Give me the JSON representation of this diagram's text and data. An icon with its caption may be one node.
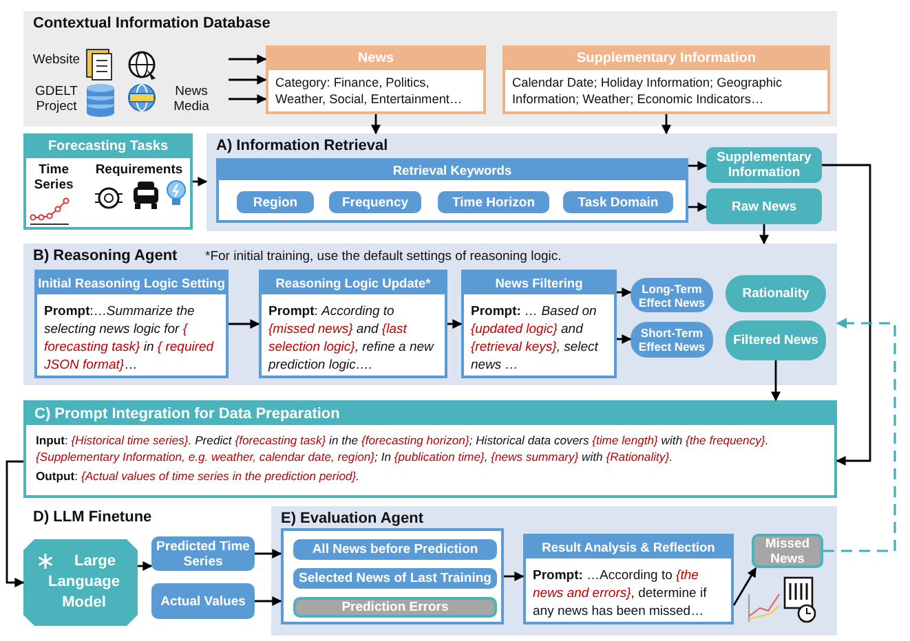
{
  "diagram": {
    "nodes": [
      {
        "text": [
          "Contextual Information Database"
        ]
      },
      {
        "text": [
          "News",
          "Category: Finance, Politics, Weather, Social, Entertainment…"
        ],
        "in": 0
      },
      {
        "text": [
          "Supplementary Information",
          "Calendar Date; Holiday Information; Geographic Information; Weather; Economic Indicators…"
        ],
        "in": 0
      },
      {
        "text": [
          "Forecasting Tasks",
          "Time Series",
          "Requirements"
        ]
      },
      {
        "text": [
          "A) Information Retrieval"
        ]
      },
      {
        "text": [
          "Retrieval Keywords"
        ],
        "in": 4
      },
      {
        "text": [
          "Region"
        ],
        "in": 5
      },
      {
        "text": [
          "Frequency"
        ],
        "in": 5
      },
      {
        "text": [
          "Time Horizon"
        ],
        "in": 5
      },
      {
        "text": [
          "Task Domain"
        ],
        "in": 5
      },
      {
        "text": [
          "Supplementary Information"
        ],
        "in": 4
      },
      {
        "text": [
          "Raw News"
        ],
        "in": 4
      },
      {
        "text": [
          "B) Reasoning Agent",
          "*For initial training, use the default settings of reasoning logic."
        ]
      },
      {
        "text": [
          "Initial Reasoning Logic Setting",
          "**Prompt**:…*Summarize the selecting news logic for { forecasting task} in { required JSON format}*…"
        ],
        "in": 12
      },
      {
        "text": [
          "Reasoning Logic Update*",
          "**Prompt**: *According to {missed news} and {last selection logic}, refine a new prediction logic….*"
        ],
        "in": 12
      },
      {
        "text": [
          "News Filtering",
          "**Prompt:** *… Based on {updated logic} and {retrieval keys}, select news …*"
        ],
        "in": 12
      },
      {
        "text": [
          "Long-Term Effect News"
        ],
        "in": 12
      },
      {
        "text": [
          "Rationality"
        ],
        "in": 12
      },
      {
        "text": [
          "Short-Term Effect News"
        ],
        "in": 12
      },
      {
        "text": [
          "Filtered News"
        ],
        "in": 12
      },
      {
        "text": [
          "C) Prompt Integration for Data Preparation",
          "**Input**: *{Historical time series}. Predict {forecasting task} in the {forecasting horizon}; Historical data covers {time length} with {the frequency}. {Supplementary Information, e.g. weather, calendar date, region}; In {publication time}, {news summary} with {Rationality}.*",
          "**Output**: *{Actual values of time series in the prediction period}.*"
        ]
      },
      {
        "text": [
          "Large Language Model"
        ]
      },
      {
        "text": [
          "Predicted Time Series"
        ]
      },
      {
        "text": [
          "Actual Values"
        ]
      },
      {
        "text": [
          "E) Evaluation Agent"
        ]
      },
      {
        "text": [],
        "shape": "box",
        "in": 24
      },
      {
        "text": [
          "All News before Prediction"
        ],
        "in": 25
      },
      {
        "text": [
          "Selected News of Last Training"
        ],
        "in": 25
      },
      {
        "text": [
          "Prediction Errors"
        ],
        "in": 25
      },
      {
        "text": [
          "Result Analysis & Reflection",
          "**Prompt:** …According to *{the news and errors}*, determine if any news has been missed…"
        ],
        "in": 24
      },
      {
        "text": [
          "Missed News"
        ],
        "in": 24
      }
    ],
    "edges": [
      {
        "from": null,
        "to": 1,
        "arrow": "to"
      },
      {
        "from": null,
        "to": 1,
        "arrow": "to"
      },
      {
        "from": null,
        "to": 1,
        "arrow": "to"
      },
      {
        "from": 1,
        "to": 4,
        "arrow": "to"
      },
      {
        "from": 2,
        "to": 4,
        "arrow": "to"
      },
      {
        "from": 3,
        "to": 4,
        "arrow": "to"
      },
      {
        "from": 5,
        "to": 10,
        "arrow": "to"
      },
      {
        "from": 5,
        "to": 11,
        "arrow": "to"
      },
      {
        "from": 11,
        "to": 12,
        "arrow": "to"
      },
      {
        "from": 13,
        "to": 14,
        "arrow": "to"
      },
      {
        "from": 14,
        "to": 15,
        "arrow": "to"
      },
      {
        "from": 15,
        "to": 16,
        "arrow": "to"
      },
      {
        "from": 15,
        "to": 18,
        "arrow": "to"
      },
      {
        "from": 10,
        "to": 20,
        "arrow": "to"
      },
      {
        "from": 19,
        "to": 20,
        "arrow": "to"
      },
      {
        "from": 20,
        "to": 21,
        "arrow": "to"
      },
      {
        "from": 21,
        "to": 22,
        "arrow": "to"
      },
      {
        "from": 22,
        "to": 25,
        "arrow": "to"
      },
      {
        "from": 23,
        "to": 25,
        "arrow": "to"
      },
      {
        "from": 25,
        "to": 29,
        "arrow": "to"
      },
      {
        "from": 29,
        "to": 30,
        "arrow": "to"
      },
      {
        "from": 30,
        "to": 12,
        "arrow": "to",
        "style": "dashed",
        "color": "#3fb0b8"
      }
    ],
    "labels": [
      "Website",
      "GDELT Project",
      "News Media",
      "D) LLM Finetune"
    ]
  }
}
